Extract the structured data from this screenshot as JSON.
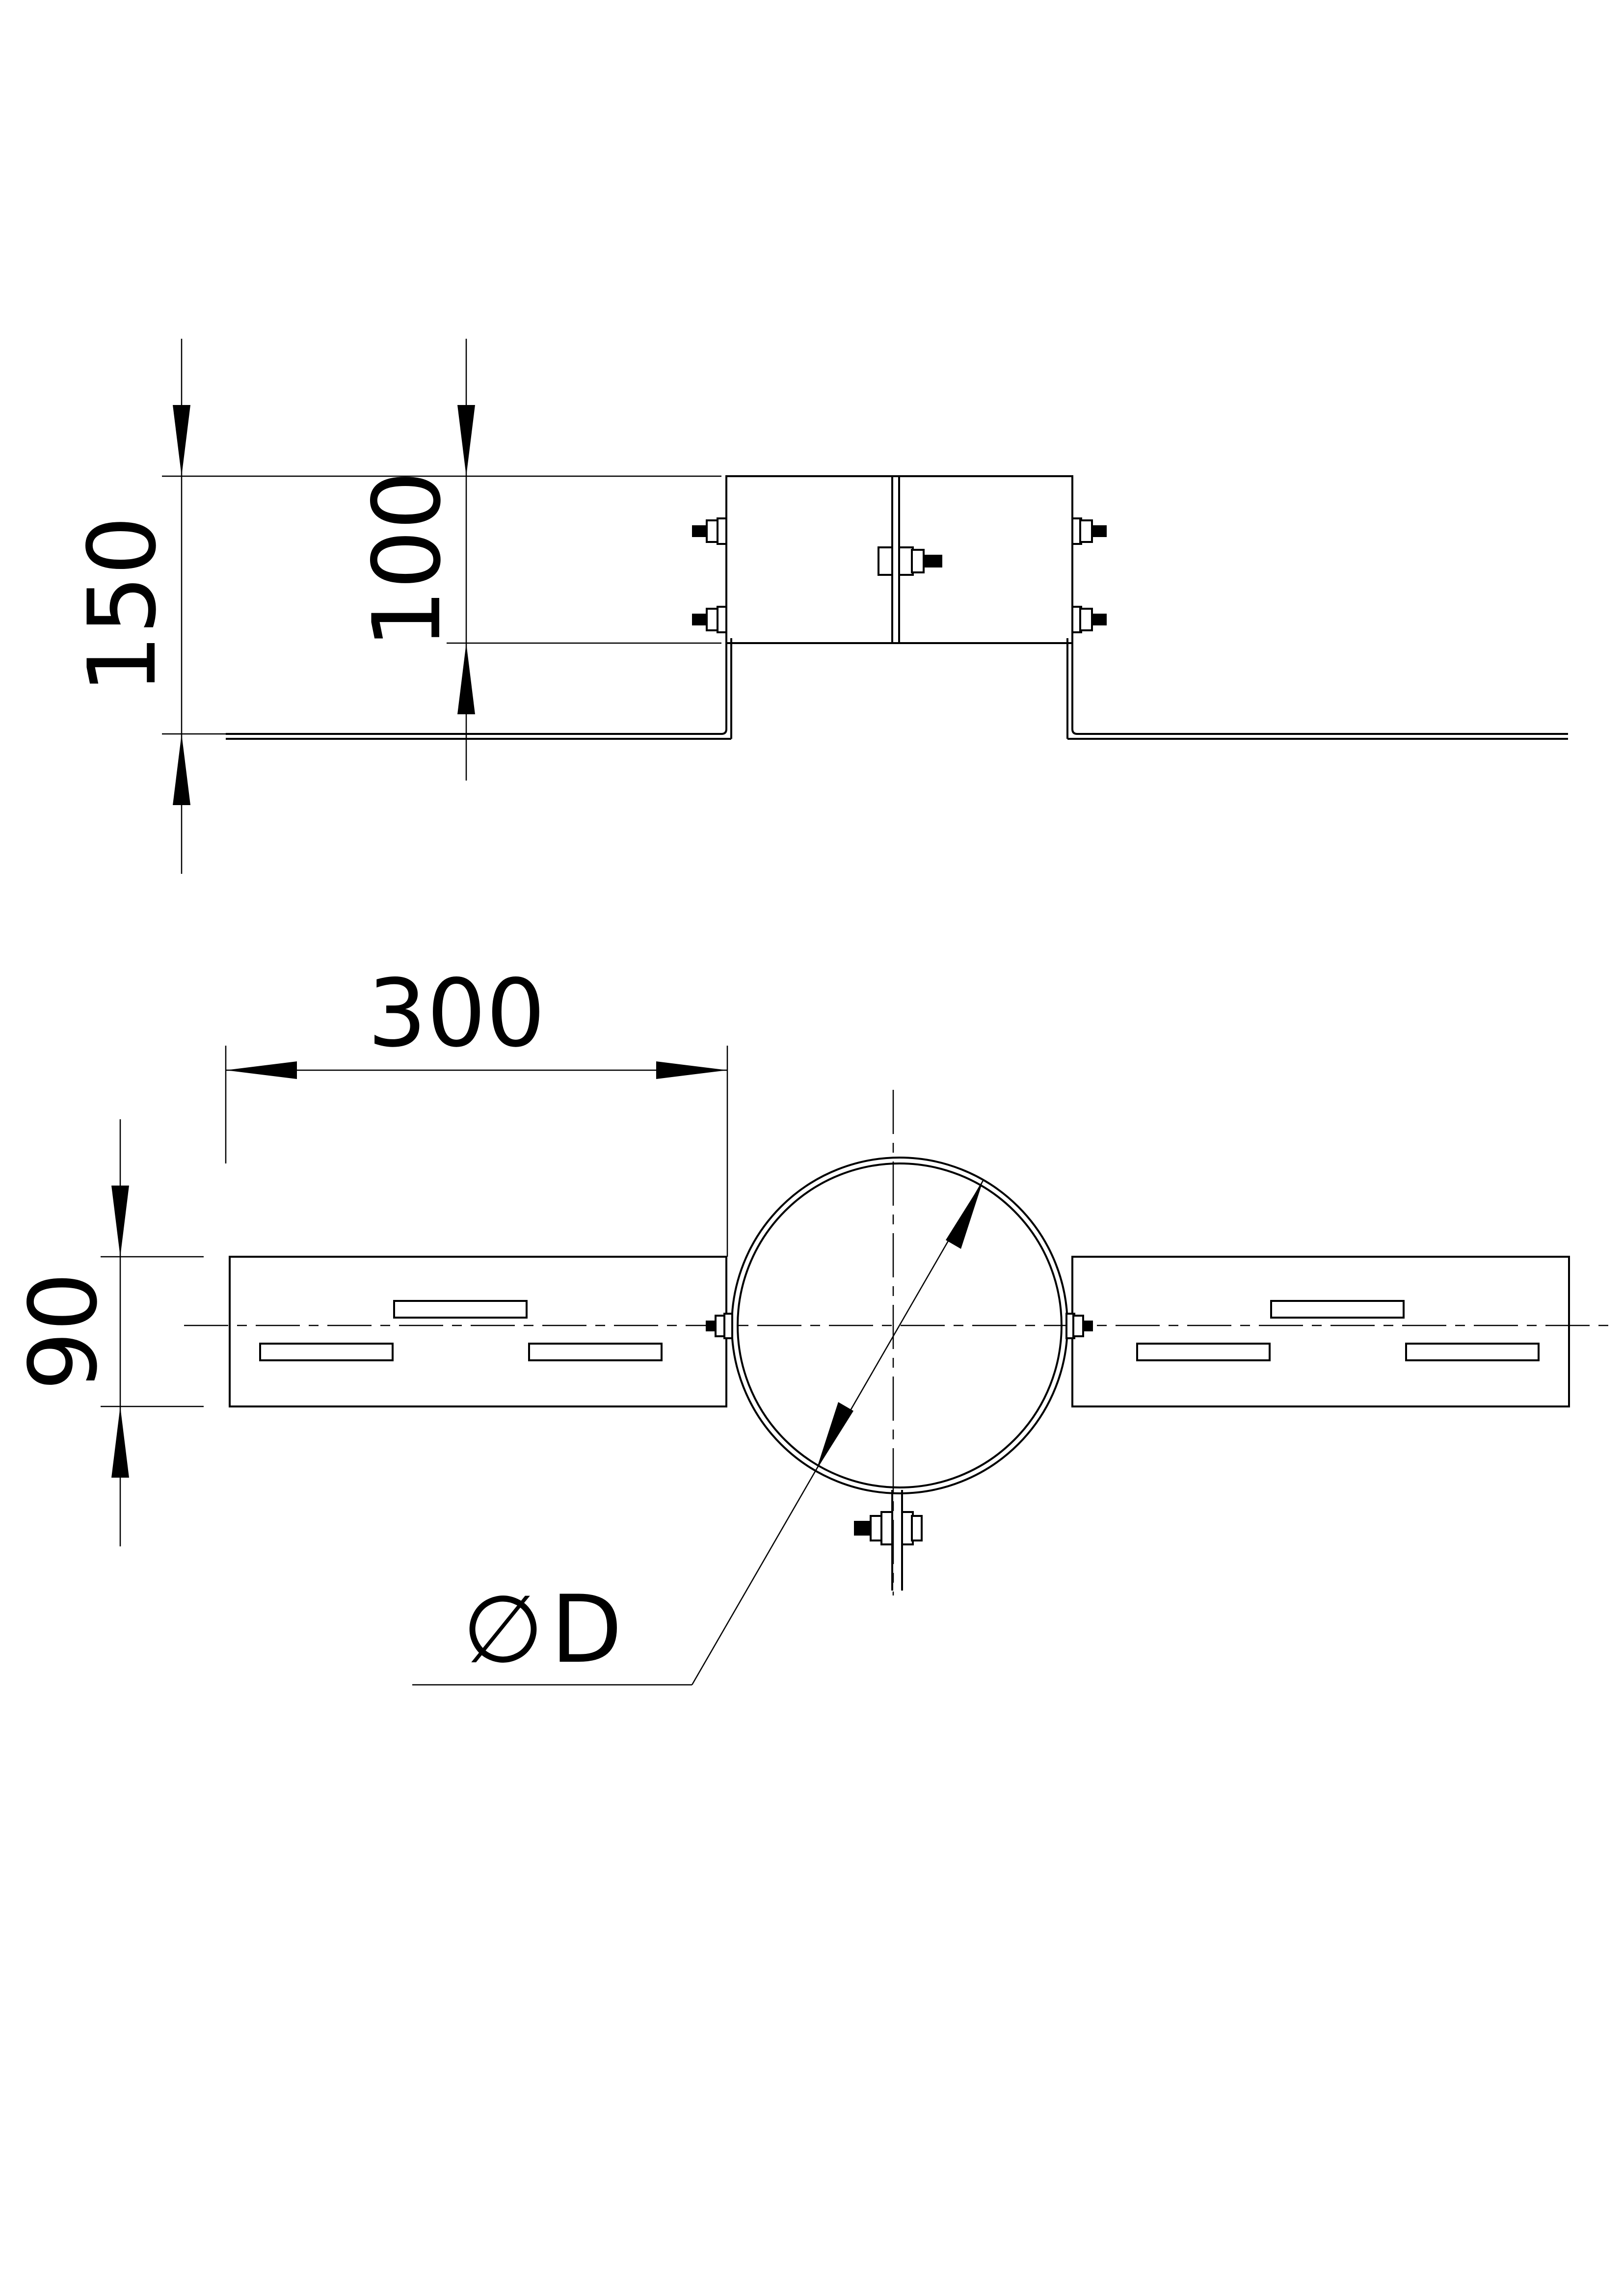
{
  "dimensions": {
    "height_total": "150",
    "height_bracket": "100",
    "arm_length": "300",
    "arm_width": "90",
    "diameter_symbol": "∅",
    "diameter_label": "D"
  }
}
